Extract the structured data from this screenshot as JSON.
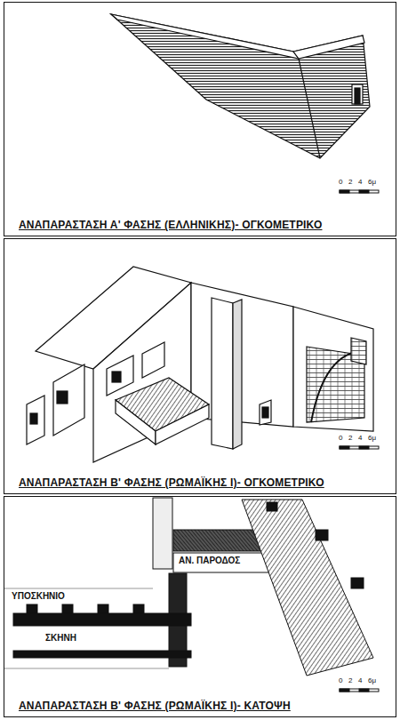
{
  "diagram": {
    "nodes": [
      {
        "text": [
          "ΑΝΑΠΑΡΑΣΤΑΣΗ Α' ΦΑΣΗΣ (ΕΛΛΗΝΙΚΗΣ)- ΟΓΚΟΜΕΤΡΙΚΟ"
        ]
      },
      {
        "text": [
          "ΑΝΑΠΑΡΑΣΤΑΣΗ Β' ΦΑΣΗΣ (ΡΩΜΑΪΚΗΣ Ι)- ΟΓΚΟΜΕΤΡΙΚΟ"
        ]
      },
      {
        "text": [
          "ΑΝΑΠΑΡΑΣΤΑΣΗ Β' ΦΑΣΗΣ (ΡΩΜΑΪΚΗΣ Ι)- ΚΑΤΟΨΗ"
        ]
      }
    ],
    "labels": [
      "ΑΝ. ΠΑΡΟΔΟΣ",
      "ΥΠΟΣΚΗΝΙΟ",
      "ΣΚΗΝΗ",
      "0",
      "2",
      "4",
      "6μ",
      "0",
      "2",
      "4",
      "6μ",
      "0",
      "2",
      "4",
      "6μ"
    ]
  }
}
